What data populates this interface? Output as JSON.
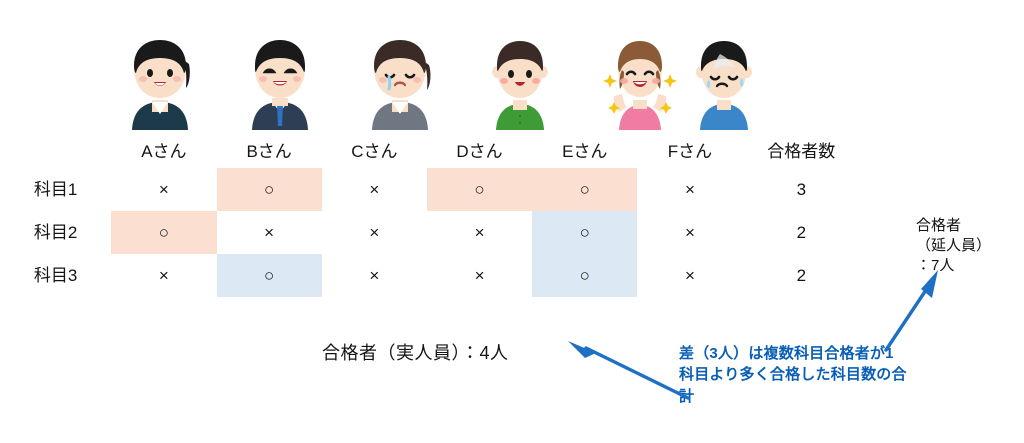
{
  "table": {
    "row_header_label": "",
    "column_headers": [
      "Aさん",
      "Bさん",
      "Cさん",
      "Dさん",
      "Eさん",
      "Fさん",
      "合格者数"
    ],
    "row_labels": [
      "科目1",
      "科目2",
      "科目3"
    ],
    "mark_pass": "○",
    "mark_fail": "×",
    "rows": [
      {
        "label": "科目1",
        "cells": [
          {
            "mark": "×",
            "highlight": "none"
          },
          {
            "mark": "○",
            "highlight": "peach"
          },
          {
            "mark": "×",
            "highlight": "none"
          },
          {
            "mark": "○",
            "highlight": "peach"
          },
          {
            "mark": "○",
            "highlight": "peach"
          },
          {
            "mark": "×",
            "highlight": "none"
          }
        ],
        "total": "3"
      },
      {
        "label": "科目2",
        "cells": [
          {
            "mark": "○",
            "highlight": "peach"
          },
          {
            "mark": "×",
            "highlight": "none"
          },
          {
            "mark": "×",
            "highlight": "none"
          },
          {
            "mark": "×",
            "highlight": "none"
          },
          {
            "mark": "○",
            "highlight": "blue"
          },
          {
            "mark": "×",
            "highlight": "none"
          }
        ],
        "total": "2"
      },
      {
        "label": "科目3",
        "cells": [
          {
            "mark": "×",
            "highlight": "none"
          },
          {
            "mark": "○",
            "highlight": "blue"
          },
          {
            "mark": "×",
            "highlight": "none"
          },
          {
            "mark": "×",
            "highlight": "none"
          },
          {
            "mark": "○",
            "highlight": "blue"
          },
          {
            "mark": "×",
            "highlight": "none"
          }
        ],
        "total": "2"
      }
    ]
  },
  "avatars": [
    {
      "name": "Aさん",
      "icon": "woman-smiling-suit-icon"
    },
    {
      "name": "Bさん",
      "icon": "man-laughing-suit-icon"
    },
    {
      "name": "Cさん",
      "icon": "woman-crying-suit-icon"
    },
    {
      "name": "Dさん",
      "icon": "boy-smiling-green-icon"
    },
    {
      "name": "Eさん",
      "icon": "girl-cheering-pink-icon"
    },
    {
      "name": "Fさん",
      "icon": "boy-sweating-blue-icon"
    }
  ],
  "bottom_caption": "合格者（実人員）：4人",
  "right_label": {
    "line1": "合格者",
    "line2": "（延人員）",
    "line3": "：7人"
  },
  "blue_note": "差（3人）は複数科目合格者が1科目より多く合格した科目数の合計",
  "colors": {
    "peach_highlight": "#fbe0d2",
    "blue_highlight": "#dce9f5",
    "note_blue": "#0a5fb4",
    "arrow_blue": "#1f6fc4",
    "text": "#141414"
  }
}
